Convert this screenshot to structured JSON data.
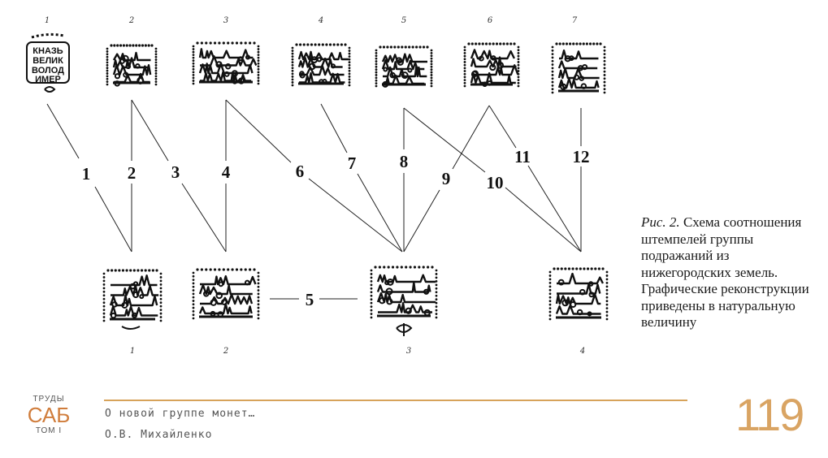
{
  "top_stamps": [
    "1",
    "2",
    "3",
    "4",
    "5",
    "6",
    "7"
  ],
  "bottom_stamps": [
    "1",
    "2",
    "3",
    "4"
  ],
  "connections": [
    "1",
    "2",
    "3",
    "4",
    "5",
    "6",
    "7",
    "8",
    "9",
    "10",
    "11",
    "12"
  ],
  "stamp1_text": [
    "КНАЗЬ",
    "ВЕЛИК",
    "ВОЛОД",
    "ИМЕР"
  ],
  "caption": {
    "fig_label": "Рис. 2.",
    "text": " Схема соотношения штемпелей группы подражаний из нижегородских земель. Графические реконструкции приведены в натуральную величину"
  },
  "footer": {
    "series_top": "ТРУДЫ",
    "series_main": "САБ",
    "series_bottom": "ТОМ I",
    "title": "О новой группе монет…",
    "author": "О.В. Михайленко",
    "page_number": "119"
  },
  "colors": {
    "accent_line": "#d7a35a",
    "page_number": "#d9a463",
    "brand": "#d07d3c"
  }
}
